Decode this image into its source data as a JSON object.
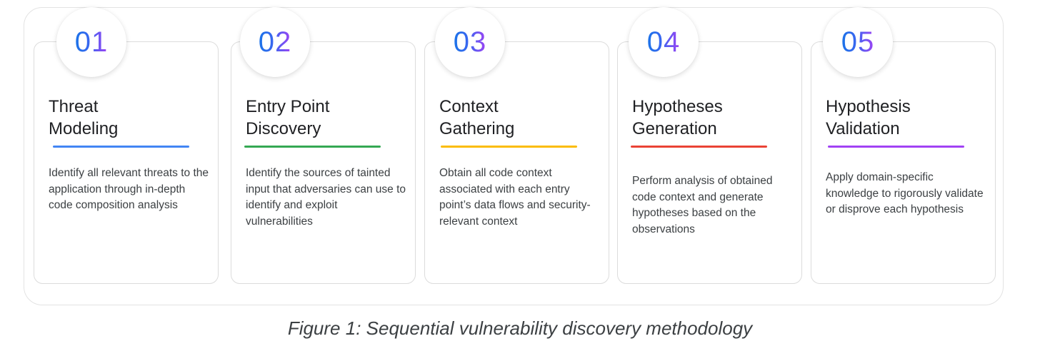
{
  "caption": "Figure 1: Sequential vulnerability discovery methodology",
  "steps": [
    {
      "number": "01",
      "title": "Threat\nModeling",
      "description": "Identify all relevant threats to the application through in-depth code composition analysis",
      "accent_color": "#4285f4"
    },
    {
      "number": "02",
      "title": "Entry Point\nDiscovery",
      "description": "Identify the sources of tainted input that adversaries can use to identify and exploit vulnerabilities",
      "accent_color": "#34a853"
    },
    {
      "number": "03",
      "title": "Context\nGathering",
      "description": "Obtain all code context associated with each entry point’s data flows and security-relevant context",
      "accent_color": "#fbbc04"
    },
    {
      "number": "04",
      "title": "Hypotheses\nGeneration",
      "description": "Perform analysis of obtained code context and generate hypotheses based on the observations",
      "accent_color": "#ea4335"
    },
    {
      "number": "05",
      "title": "Hypothesis\nValidation",
      "description": "Apply domain-specific knowledge to rigorously validate or disprove each hypothesis",
      "accent_color": "#a142f4"
    }
  ]
}
